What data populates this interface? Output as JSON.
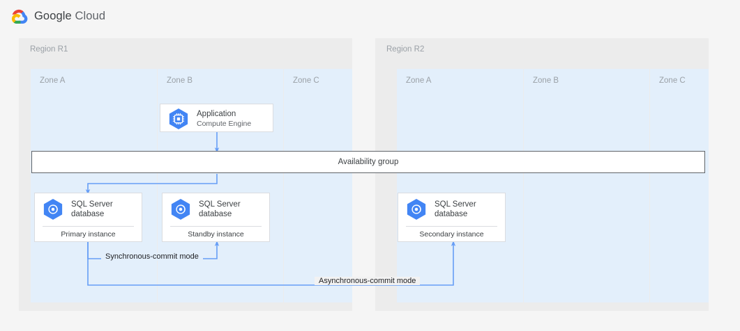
{
  "brand": {
    "logo_icon": "google-cloud-logo-icon",
    "word_google": "Google",
    "word_cloud": "Cloud"
  },
  "colors": {
    "page_background": "#f5f5f5",
    "region_background": "#ececec",
    "zone_background": "#e3effb",
    "card_background": "#ffffff",
    "card_border": "#dadce0",
    "connector_blue": "#669df6",
    "icon_blue": "#4285f4",
    "label_gray": "#9aa0a6",
    "text_dark": "#3c4043",
    "bar_border": "#5f6368"
  },
  "regions": [
    {
      "label": "Region R1",
      "zones": [
        {
          "label": "Zone A"
        },
        {
          "label": "Zone B"
        },
        {
          "label": "Zone C"
        }
      ]
    },
    {
      "label": "Region R2",
      "zones": [
        {
          "label": "Zone A"
        },
        {
          "label": "Zone B"
        },
        {
          "label": "Zone C"
        }
      ]
    }
  ],
  "nodes": {
    "application": {
      "icon": "compute-engine-icon",
      "title": "Application",
      "subtitle": "Compute Engine"
    },
    "primary_db": {
      "icon": "sql-server-database-icon",
      "title": "SQL Server\ndatabase",
      "footer": "Primary instance"
    },
    "standby_db": {
      "icon": "sql-server-database-icon",
      "title": "SQL Server\ndatabase",
      "footer": "Standby instance"
    },
    "secondary_db": {
      "icon": "sql-server-database-icon",
      "title": "SQL Server\ndatabase",
      "footer": "Secondary instance"
    }
  },
  "availability_group": {
    "label": "Availability group"
  },
  "connections": [
    {
      "label": "Synchronous-commit mode",
      "from": "primary_db",
      "to": "standby_db"
    },
    {
      "label": "Asynchronous-commit mode",
      "from": "primary_db",
      "to": "secondary_db"
    }
  ]
}
